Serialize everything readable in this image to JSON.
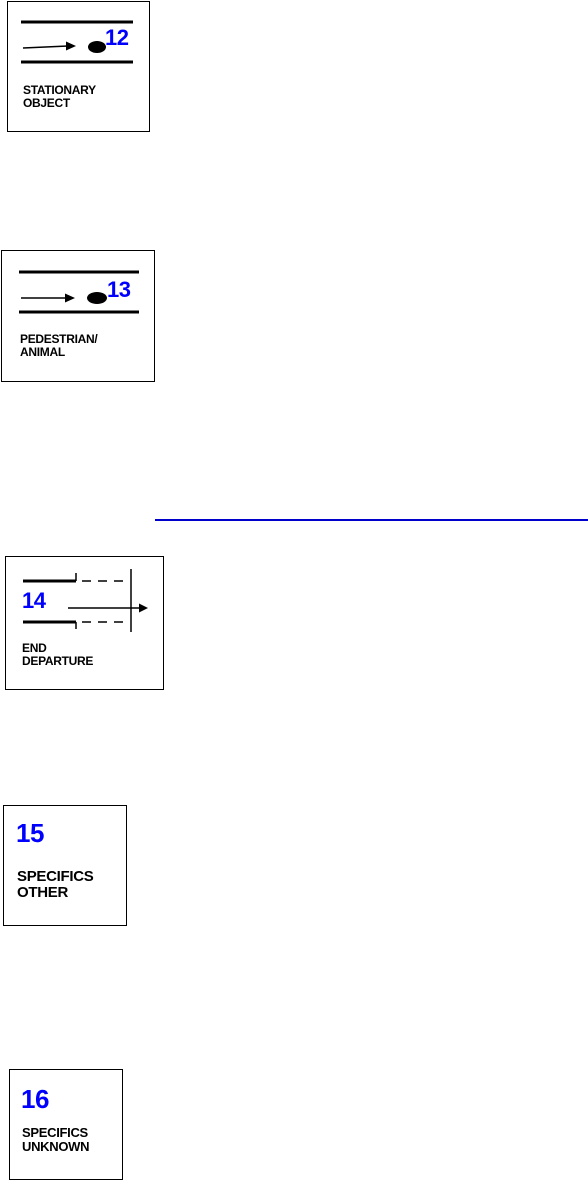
{
  "theme": {
    "number_color": "#0000ff",
    "line_color": "#000000",
    "divider_color": "#0000cc"
  },
  "cards": [
    {
      "id": "stationary-object",
      "number": "12",
      "label_lines": [
        "STATIONARY",
        "OBJECT"
      ],
      "icons": [
        "road-lines-icon",
        "arrow-icon",
        "object-dot-icon"
      ]
    },
    {
      "id": "pedestrian-animal",
      "number": "13",
      "label_lines": [
        "PEDESTRIAN/",
        "ANIMAL"
      ],
      "icons": [
        "road-lines-icon",
        "arrow-icon",
        "object-dot-icon"
      ]
    },
    {
      "id": "end-departure",
      "number": "14",
      "label_lines": [
        "END",
        "DEPARTURE"
      ],
      "icons": [
        "road-end-icon",
        "arrow-icon",
        "boundary-line-icon"
      ]
    },
    {
      "id": "specifics-other",
      "number": "15",
      "label_lines": [
        "SPECIFICS",
        "OTHER"
      ]
    },
    {
      "id": "specifics-unknown",
      "number": "16",
      "label_lines": [
        "SPECIFICS",
        "UNKNOWN"
      ]
    }
  ]
}
